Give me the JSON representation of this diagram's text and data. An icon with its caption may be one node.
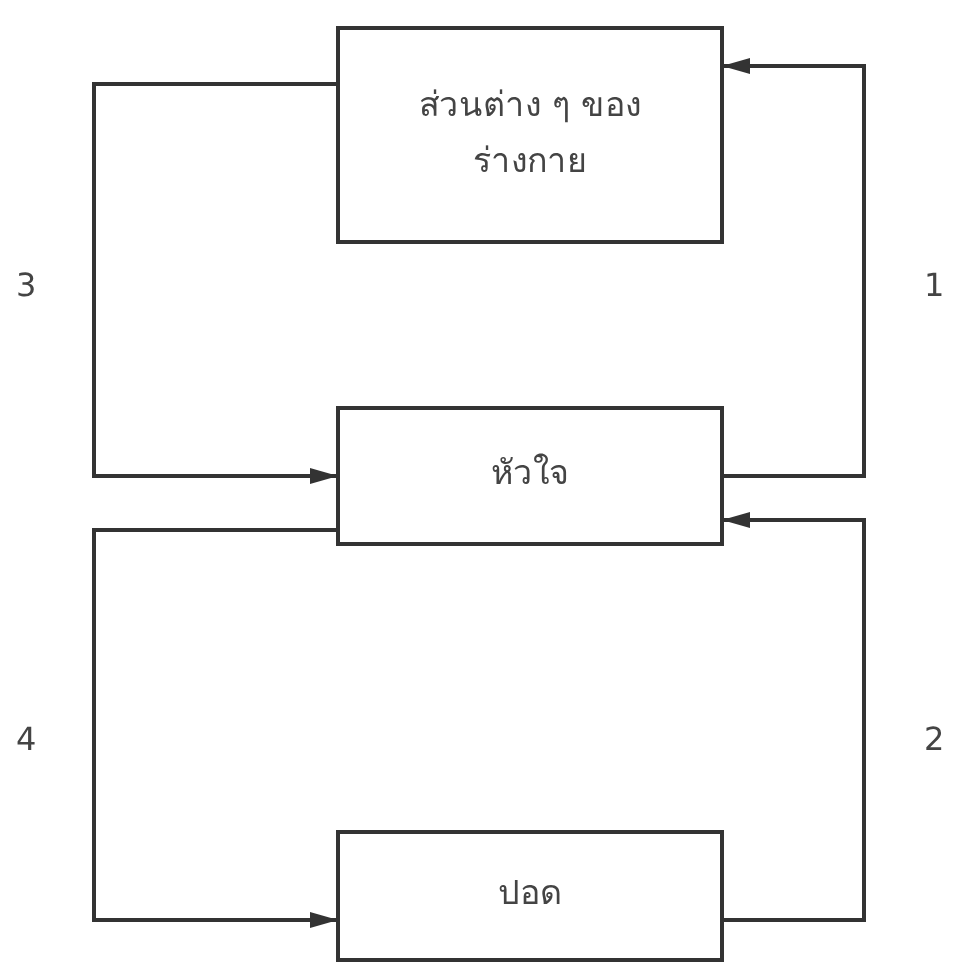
{
  "diagram": {
    "nodes": [
      {
        "text": [
          "ส่วนต่าง ๆ ของ ร่างกาย"
        ]
      },
      {
        "text": [
          "หัวใจ"
        ]
      },
      {
        "text": [
          "ปอด"
        ]
      }
    ],
    "edges": [
      {
        "from": 1,
        "to": 0,
        "arrow": "to",
        "label": "1"
      },
      {
        "from": 0,
        "to": 1,
        "arrow": "to",
        "label": "3"
      },
      {
        "from": 1,
        "to": 2,
        "arrow": "to",
        "label": "4"
      },
      {
        "from": 2,
        "to": 1,
        "arrow": "to",
        "label": "2"
      }
    ]
  }
}
